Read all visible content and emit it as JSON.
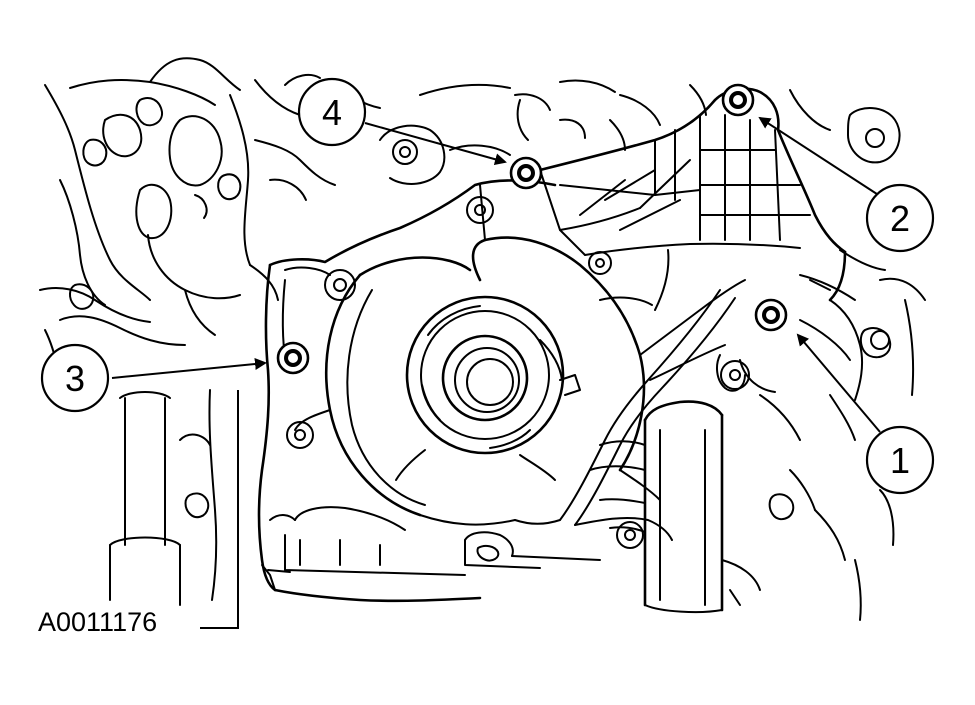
{
  "callouts": [
    {
      "id": "1",
      "label": "1"
    },
    {
      "id": "2",
      "label": "2"
    },
    {
      "id": "3",
      "label": "3"
    },
    {
      "id": "4",
      "label": "4"
    }
  ],
  "reference_code": "A0011176"
}
